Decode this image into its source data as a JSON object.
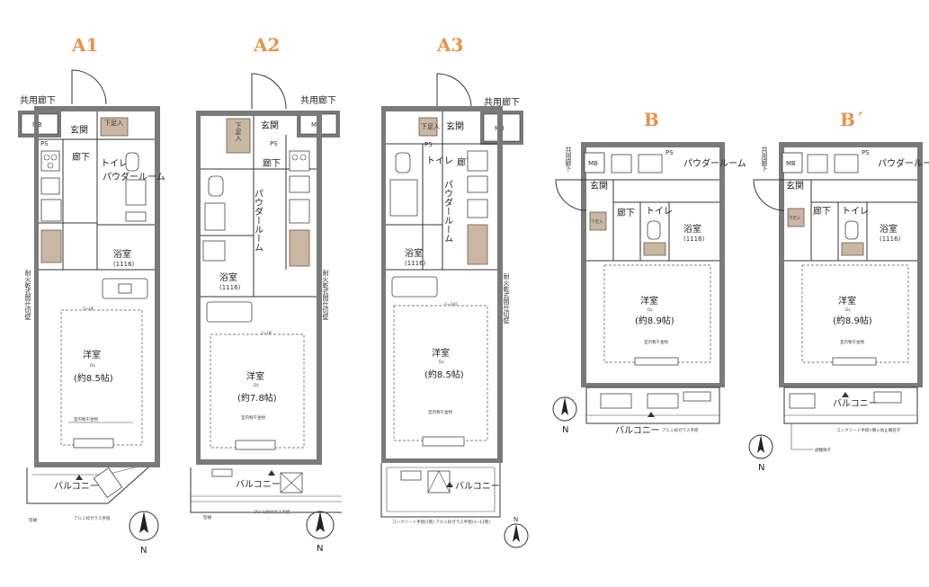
{
  "plans": [
    {
      "id": "A1",
      "title": "A1",
      "labels": {
        "corridor": "共用廊下",
        "mb": "MB",
        "entrance": "玄関",
        "shoebox": "下足入",
        "ps": "PS",
        "hall": "廊下",
        "toilet": "トイレ",
        "powder": "パウダールーム",
        "bath": "浴室",
        "bath_size": "(1116)",
        "room": "洋室",
        "room_sub": "(約8.5帖)",
        "fire_wall": "耐火乾式間仕切壁",
        "balcony": "バルコニー",
        "note": "アルミ枠ガラス手摺",
        "note2": "竪樋",
        "dl": "DL",
        "hanger": "室内物干金物",
        "clearance": "2~HF"
      }
    },
    {
      "id": "A2",
      "title": "A2",
      "labels": {
        "corridor": "共用廊下",
        "mb": "MB",
        "entrance": "玄関",
        "shoebox": "下足入",
        "ps": "PS",
        "hall": "廊下",
        "powder": "パウダールーム",
        "bath": "浴室",
        "bath_size": "(1116)",
        "room": "洋室",
        "room_sub": "(約7.8帖)",
        "fire_wall": "耐火乾式間仕切壁",
        "balcony": "バルコニー",
        "note": "アルミ枠ガラス手摺",
        "note2": "竪樋",
        "dl": "DL",
        "hanger": "室内物干金物",
        "clearance": "2~HF"
      }
    },
    {
      "id": "A3",
      "title": "A3",
      "labels": {
        "corridor": "共用廊下",
        "mb": "MB",
        "entrance": "玄関",
        "shoebox": "下足入",
        "ps": "PS",
        "hall": "廊下",
        "toilet": "トイレ",
        "powder": "パウダールーム",
        "bath": "浴室",
        "bath_size": "(1116)",
        "room": "洋室",
        "room_sub": "(約8.5帖)",
        "fire_wall": "耐火乾式間仕切壁",
        "balcony": "バルコニー",
        "note": "コンクリート手摺(2階) アルミ枠ガラス手摺(3~11階)",
        "dl": "DL",
        "hanger": "室内物干金物",
        "clearance": "2~16F"
      }
    },
    {
      "id": "B",
      "title": "B",
      "labels": {
        "corridor": "共用廊下",
        "mb": "MB",
        "entrance": "玄関",
        "shoebox": "下足入",
        "ps": "PS",
        "hall": "廊下",
        "toilet": "トイレ",
        "powder": "パウダールーム",
        "bath": "浴室",
        "bath_size": "(1116)",
        "room": "洋室",
        "room_sub": "(約8.9帖)",
        "balcony": "バルコニー",
        "note": "アルミ枠ガラス手摺",
        "dl": "DL",
        "hanger": "室内物干金物"
      }
    },
    {
      "id": "B2",
      "title": "B´",
      "labels": {
        "corridor": "共用廊下",
        "mb": "MB",
        "entrance": "玄関",
        "shoebox": "下足入",
        "ps": "PS",
        "hall": "廊下",
        "toilet": "トイレ",
        "powder": "パウダールーム",
        "bath": "浴室",
        "bath_size": "(1116)",
        "room": "洋室",
        "room_sub": "(約8.9帖)",
        "balcony": "バルコニー",
        "note": "コンクリート手摺+隣入防止柵笠子",
        "note2": "避難梯子",
        "dl": "DL",
        "hanger": "室内物干金物"
      }
    }
  ],
  "compass": {
    "north": "N"
  },
  "colors": {
    "title": "#e8924a",
    "wall": "#7a7a7a",
    "shoebox": "#c9b7a4"
  }
}
